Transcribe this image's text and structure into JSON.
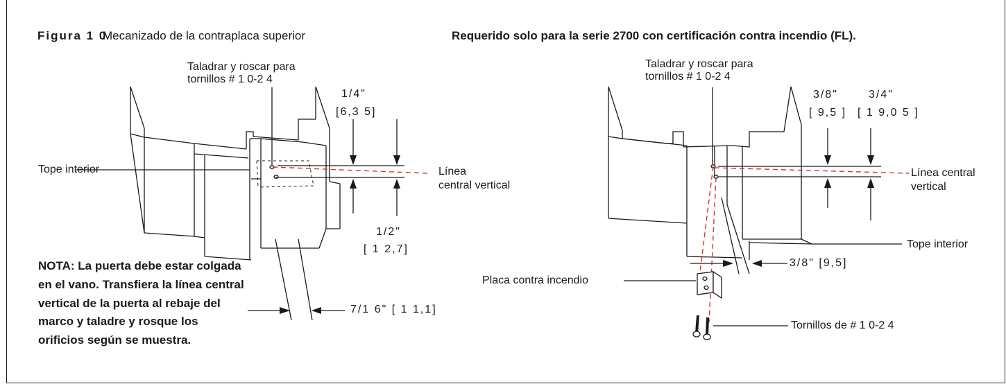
{
  "figure": {
    "number": "Figura 1 0",
    "title": "Mecanizado de la contraplaca superior",
    "right_header": "Requerido solo para la serie 2700 con certificación contra incendio (FL)."
  },
  "left_diagram": {
    "drill_label_line1": "Taladrar y roscar para",
    "drill_label_line2": "tornillos # 1 0-2 4",
    "dim_top_in": "1/4\"",
    "dim_top_mm": "[6,3 5]",
    "dim_bottom_in": "1/2\"",
    "dim_bottom_mm": "[ 1 2,7]",
    "tope_interior": "Tope interior",
    "linea_line1": "Línea",
    "linea_line2": "central vertical",
    "dim_width": "7/1 6\" [ 1 1,1]"
  },
  "note": "NOTA: La puerta debe estar colgada en el vano. Transfiera la línea central vertical de la puerta al rebaje del marco y taladre y rosque los orificios según se muestra.",
  "right_diagram": {
    "drill_label_line1": "Taladrar y roscar para",
    "drill_label_line2": "tornillos # 1 0-2 4",
    "dim_a_in": "3/8\"",
    "dim_a_mm": "[ 9,5 ]",
    "dim_b_in": "3/4\"",
    "dim_b_mm": "[ 1 9,0 5 ]",
    "linea_line1": "Línea central",
    "linea_line2": "vertical",
    "tope_interior": "Tope interior",
    "dim_width": "3/8\" [9,5]",
    "placa": "Placa contra incendio",
    "tornillos": "Tornillos de # 1 0-2 4"
  },
  "colors": {
    "centerline": "#d9302c",
    "ink": "#1a1a1a"
  }
}
